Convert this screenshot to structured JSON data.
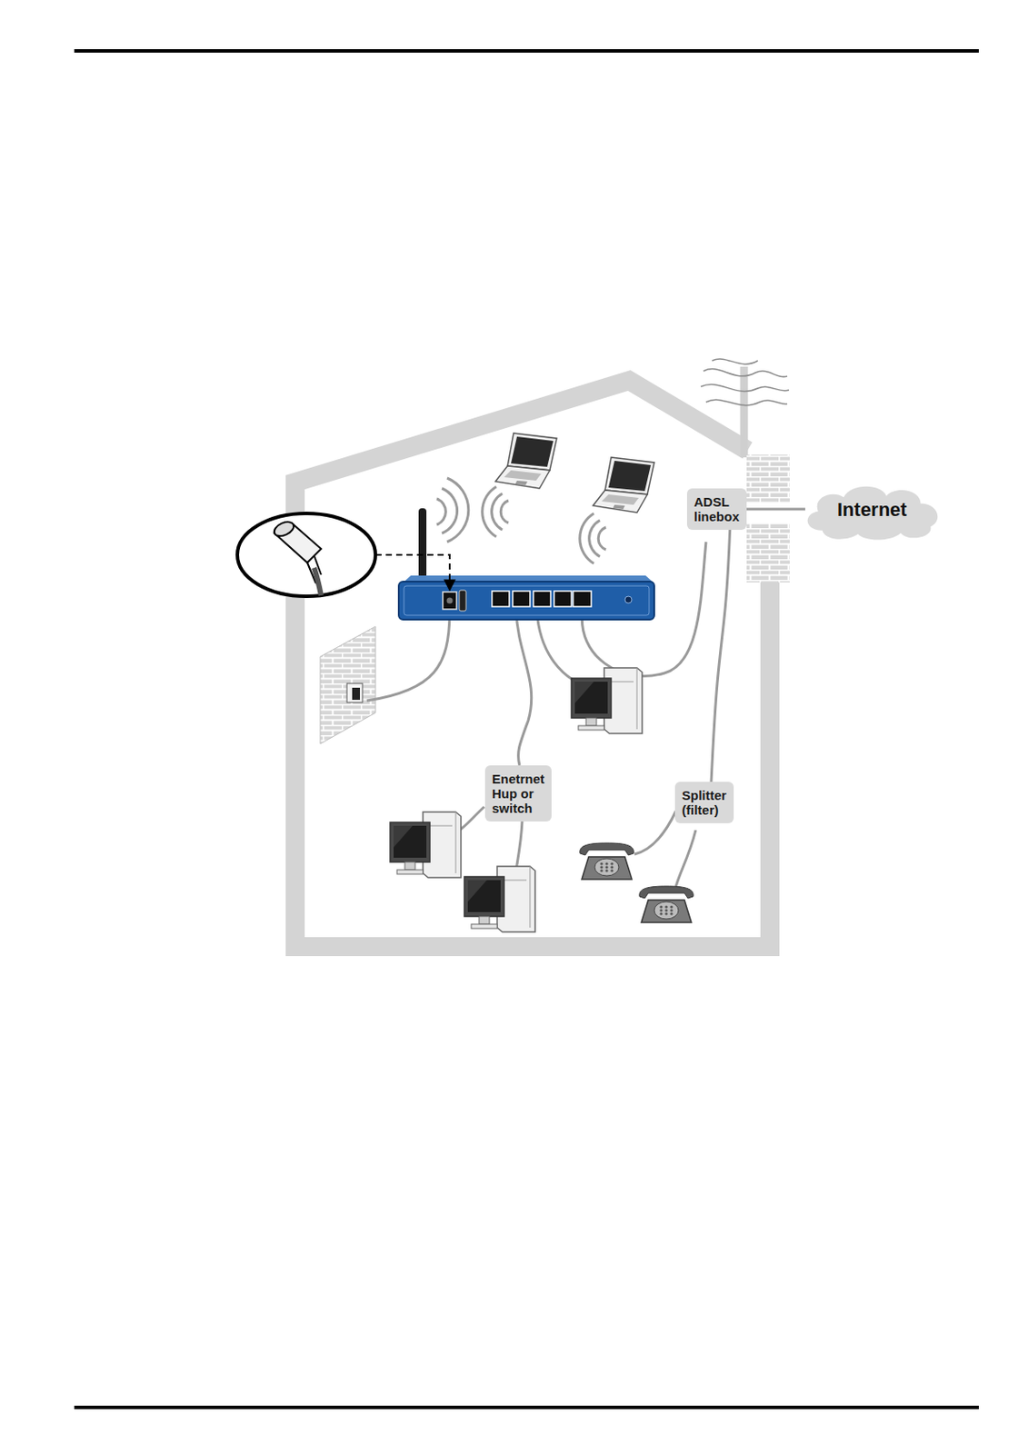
{
  "diagram": {
    "nodes": [
      {
        "text": [
          "ADSL linebox"
        ]
      },
      {
        "text": [
          "Internet"
        ]
      },
      {
        "text": [
          "Enetrnet Hup or switch"
        ]
      },
      {
        "text": [
          "Splitter (filter)"
        ]
      }
    ],
    "edges": [
      {
        "from": 0,
        "to": 1,
        "arrow": "none"
      },
      {
        "from": 0,
        "to": 3,
        "arrow": "none"
      }
    ]
  }
}
